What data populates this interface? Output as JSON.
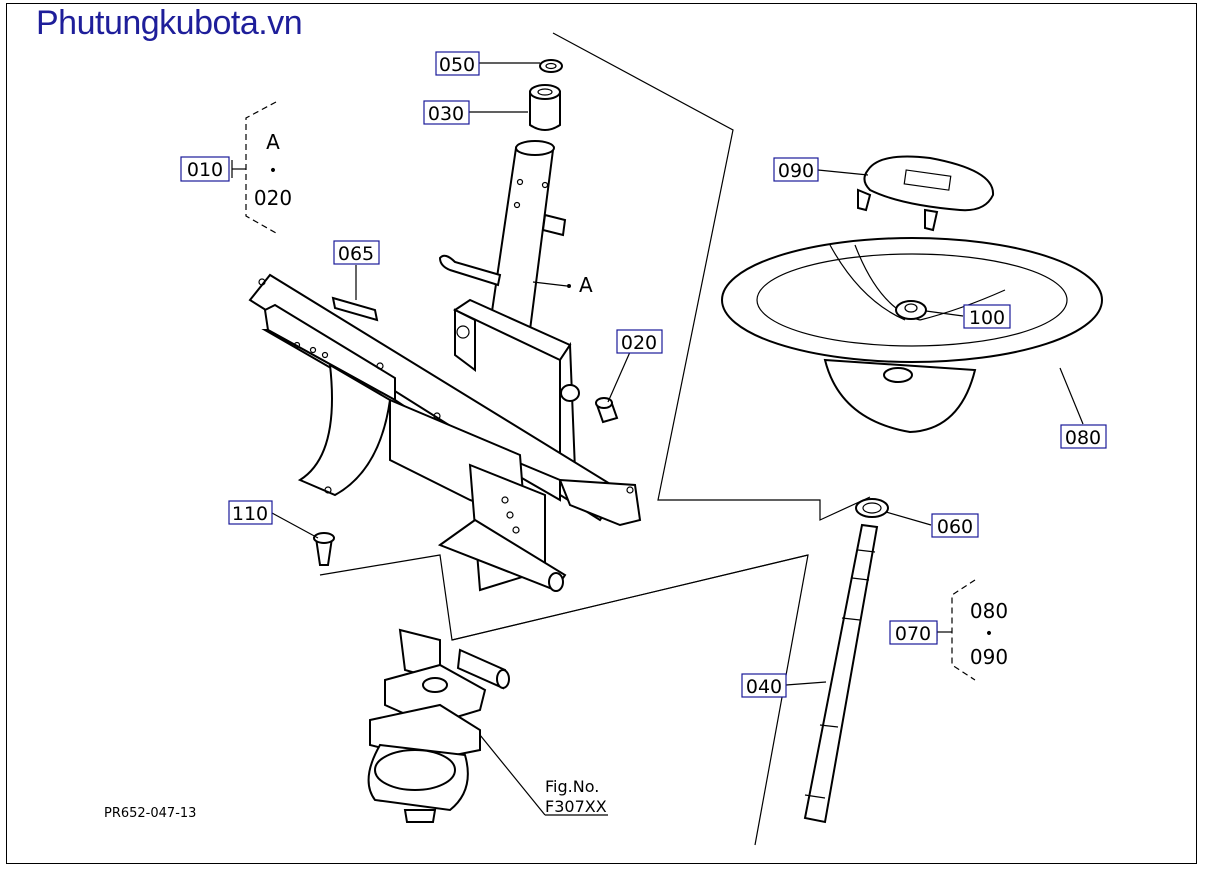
{
  "site_title": "Phutungkubota.vn",
  "drawing_code": "PR652-047-13",
  "fig_ref": {
    "label": "Fig.No.",
    "number": "F307XX"
  },
  "marker_letter": "A",
  "dot": "•",
  "groups": [
    {
      "key": "g010",
      "callout": "010",
      "top": "A",
      "bottom": "020"
    },
    {
      "key": "g070",
      "callout": "070",
      "top": "080",
      "bottom": "090"
    }
  ],
  "callouts": {
    "c050": "050",
    "c030": "030",
    "c065": "065",
    "c020": "020",
    "c090": "090",
    "c100": "100",
    "c080": "080",
    "c110": "110",
    "c060": "060",
    "c040": "040"
  }
}
